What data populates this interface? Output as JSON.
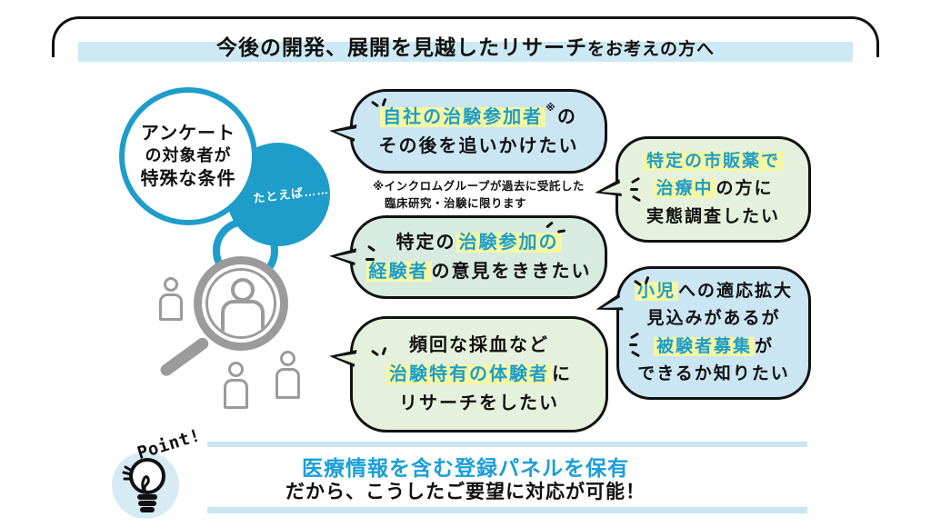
{
  "header": {
    "title_strong": "今後の開発、展開を見越したリサーチ",
    "title_rest": "をお考えの方へ"
  },
  "subject": {
    "circle_line1": "アンケート",
    "circle_line2": "の対象者が",
    "circle_line3": "特殊な条件",
    "example_label": "たとえば……"
  },
  "bubbles": {
    "b1": {
      "line1_hl": "自社の治験参加者",
      "line1_sup": "※",
      "line1_rest": "の",
      "line2": "その後を追いかけたい"
    },
    "note": {
      "line1": "※インクロムグループが過去に受託した",
      "line2": "臨床研究・治験に限ります"
    },
    "b2": {
      "line1_hl": "特定の市販薬で",
      "line2_hl": "治療中",
      "line2_rest": "の方に",
      "line3": "実態調査したい"
    },
    "b3": {
      "line1_pre": "特定の",
      "line1_hl": "治験参加の",
      "line2_hl": "経験者",
      "line2_rest": "の意見をききたい"
    },
    "b4": {
      "line1_hl": "小児",
      "line1_rest": "への適応拡大",
      "line2": "見込みがあるが",
      "line3_hl": "被験者募集",
      "line3_rest": "が",
      "line4": "できるか知りたい"
    },
    "b5": {
      "line1": "頻回な採血など",
      "line2_hl": "治験特有の体験者",
      "line2_rest": "に",
      "line3": "リサーチをしたい"
    }
  },
  "point": {
    "label": "Point!",
    "headline": "医療情報を含む登録パネルを保有",
    "subline": "だから、こうしたご要望に対応が可能！"
  },
  "colors": {
    "accent_teal": "#1E9DCB",
    "headline_teal": "#1B9FD8",
    "bubble_blue": "#CBE6F3",
    "bubble_green": "#E5F1DC",
    "bubble_teal_green": "#D8EBE0",
    "highlight_yellow": "#F5F7A4",
    "header_bar_blue": "#CDE9F3",
    "divider_blue": "#C9E6F2",
    "icon_gray": "#9B9B9B",
    "ink": "#111111"
  }
}
